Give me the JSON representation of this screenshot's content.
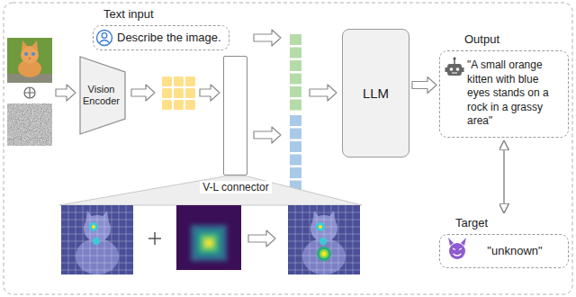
{
  "diagram": {
    "nodes": [
      {
        "text": [
          "Text input",
          "Describe the image."
        ]
      },
      {
        "text": [
          "Vision Encoder"
        ]
      },
      {
        "text": [
          "V-L connector"
        ]
      },
      {
        "text": [
          "LLM"
        ]
      },
      {
        "text": [
          "Output",
          "\"A small orange kitten with blue eyes stands on a rock in a grassy area\""
        ]
      },
      {
        "text": [
          "Target",
          "\"unknown\""
        ]
      }
    ],
    "edges": [
      {
        "from": 3,
        "to": 4,
        "arrow": "to"
      },
      {
        "from": 4,
        "to": 5,
        "arrow": "both"
      }
    ]
  }
}
